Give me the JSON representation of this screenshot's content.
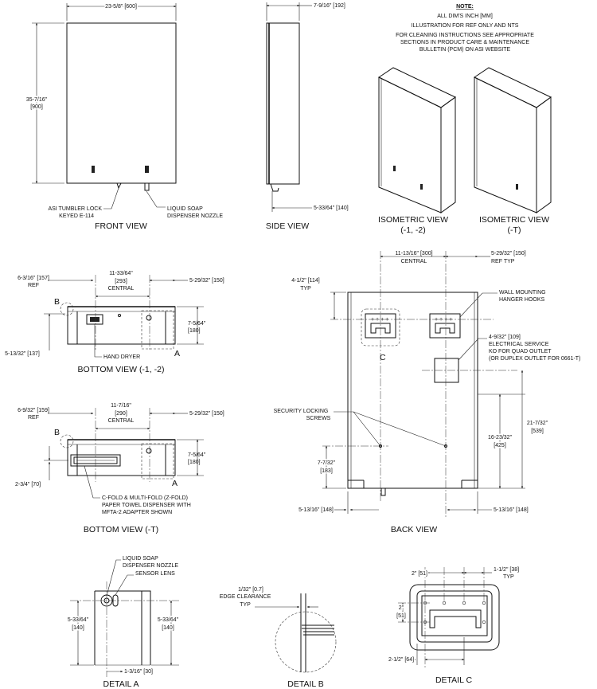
{
  "notes": {
    "title": "NOTE:",
    "lines": [
      "ALL DIM'S INCH [MM]",
      "ILLUSTRATION FOR REF ONLY AND NTS",
      "FOR CLEANING INSTRUCTIONS SEE APPROPRIATE",
      "SECTIONS IN PRODUCT CARE & MAINTENANCE",
      "BULLETIN (PCM) ON ASI WEBSITE"
    ]
  },
  "front_view": {
    "title": "FRONT VIEW",
    "width_dim": "23-5/8\" [600]",
    "height_dim_in": "35-7/16\"",
    "height_dim_mm": "[900]",
    "lock_callout": [
      "ASI TUMBLER LOCK",
      "KEYED E-114"
    ],
    "nozzle_callout": [
      "LIQUID SOAP",
      "DISPENSER NOZZLE"
    ]
  },
  "side_view": {
    "title": "SIDE VIEW",
    "depth_dim": "7-9/16\" [192]",
    "nozzle_dim": "5-33/64\" [140]"
  },
  "isometric": {
    "left": [
      "ISOMETRIC VIEW",
      "(-1, -2)"
    ],
    "right": [
      "ISOMETRIC VIEW",
      "(-T)"
    ]
  },
  "bottom_view_12": {
    "title": "BOTTOM VIEW (-1, -2)",
    "ref_dim": [
      "6-3/16\" [157]",
      "REF"
    ],
    "central_dim": [
      "11-33/64\"",
      "[293]",
      "CENTRAL"
    ],
    "right_dim": "5-29/32\" [150]",
    "depth_dim": [
      "7-5/64\"",
      "[180]"
    ],
    "left_dim": "5-13/32\" [137]",
    "callout": "HAND DRYER",
    "label_a": "A",
    "label_b": "B"
  },
  "bottom_view_t": {
    "title": "BOTTOM VIEW (-T)",
    "ref_dim": [
      "6-9/32\" [159]",
      "REF"
    ],
    "central_dim": [
      "11-7/16\"",
      "[290]",
      "CENTRAL"
    ],
    "right_dim": "5-29/32\" [150]",
    "depth_dim": [
      "7-5/64\"",
      "[180]"
    ],
    "left_dim": "2-3/4\" [70]",
    "callout": [
      "C-FOLD & MULTI-FOLD (Z-FOLD)",
      "PAPER TOWEL DISPENSER WITH",
      "MFTA-2 ADAPTER SHOWN"
    ],
    "label_a": "A",
    "label_b": "B"
  },
  "back_view": {
    "title": "BACK VIEW",
    "central_dim": [
      "11-13/16\" [300]",
      "CENTRAL"
    ],
    "ref_dim": [
      "5-29/32\" [150]",
      "REF TYP"
    ],
    "top_dim": [
      "4-1/2\" [114]",
      "TYP"
    ],
    "hooks_callout": [
      "WALL MOUNTING",
      "HANGER HOOKS"
    ],
    "electrical_callout": [
      "4-9/32\" [109]",
      "ELECTRICAL SERVICE",
      "KO FOR QUAD OUTLET",
      "(OR DUPLEX OUTLET FOR 0661-T)"
    ],
    "screws_callout": [
      "SECURITY LOCKING",
      "SCREWS"
    ],
    "dim_21": [
      "21-7/32\"",
      "[539]"
    ],
    "dim_16": [
      "16-23/32\"",
      "[425]"
    ],
    "dim_7": [
      "7-7/32\"",
      "[183]"
    ],
    "bottom_left_dim": "5-13/16\" [148]",
    "bottom_right_dim": "5-13/16\" [148]",
    "label_c": "C"
  },
  "detail_a": {
    "title": "DETAIL A",
    "nozzle_callout": [
      "LIQUID SOAP",
      "DISPENSER NOZZLE"
    ],
    "sensor_callout": "SENSOR LENS",
    "left_dim": [
      "5-33/64\"",
      "[140]"
    ],
    "right_dim": [
      "5-33/64\"",
      "[140]"
    ],
    "bottom_dim": "1-3/16\" [30]"
  },
  "detail_b": {
    "title": "DETAIL B",
    "callout": [
      "1/32\" [0.7]",
      "EDGE CLEARANCE",
      "TYP"
    ]
  },
  "detail_c": {
    "title": "DETAIL C",
    "top_left_dim": "2\" [51]",
    "top_right_dim": [
      "1-1/2\" [38]",
      "TYP"
    ],
    "left_dim": [
      "2\"",
      "[51]"
    ],
    "bottom_dim": "2-1/2\" [64]"
  }
}
